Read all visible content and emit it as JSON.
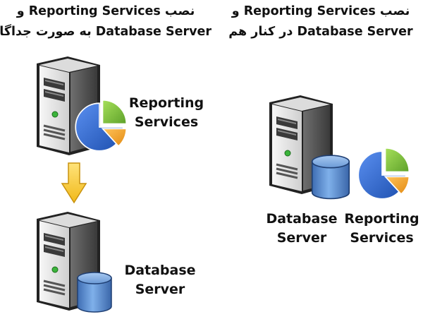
{
  "left_heading": {
    "line1": "نصب Reporting Services و",
    "line2": "Database Server به صورت جداگانه"
  },
  "right_heading": {
    "line1": "نصب Reporting Services و",
    "line2": "Database Server در کنار هم"
  },
  "left_top_label": {
    "line1": "Reporting",
    "line2": "Services"
  },
  "left_bottom_label": {
    "line1": "Database",
    "line2": "Server"
  },
  "right_db_label": {
    "line1": "Database",
    "line2": "Server"
  },
  "right_rs_label": {
    "line1": "Reporting",
    "line2": "Services"
  },
  "icons": [
    "server-icon",
    "pie-chart-icon",
    "database-icon",
    "down-arrow-icon"
  ],
  "colors": {
    "pie_blue": "#2f6bd6",
    "pie_green": "#7cc23a",
    "pie_orange": "#f6a623",
    "arrow_yellow": "#f7d13a",
    "db_blue": "#5b8ed0"
  }
}
